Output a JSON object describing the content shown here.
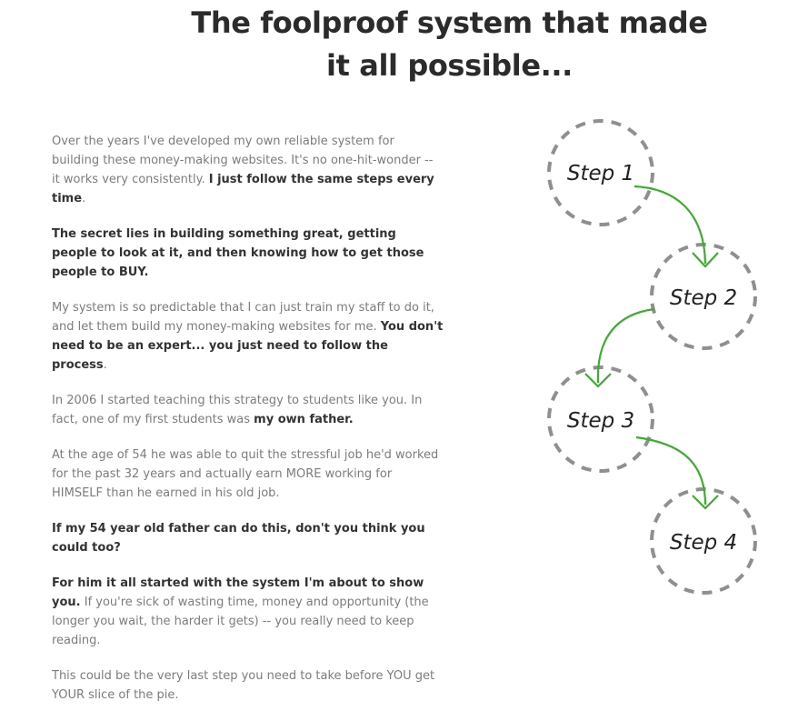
{
  "headline": {
    "line1": "The foolproof system that made",
    "line2": "it all possible..."
  },
  "copy": {
    "p1": {
      "text": "Over the years I've developed my own reliable system for building these money-making websites. It's no one-hit-wonder -- it works very consistently. ",
      "bold": "I just follow the same steps every time",
      "end": "."
    },
    "p2": {
      "bold": "The secret lies in building something great, getting people to look at it, and then knowing how to get those people to BUY."
    },
    "p3": {
      "text": "My system is so predictable that I can just train my staff to do it, and let them build my money-making websites for me. ",
      "bold": "You don't need to be an expert... you just need to follow the process",
      "end": "."
    },
    "p4": {
      "text": "In 2006 I started teaching this strategy to students like you. In fact, one of my first students was ",
      "bold": "my own father."
    },
    "p5": {
      "text": "At the age of 54 he was able to quit the stressful job he'd worked for the past 32 years and actually earn MORE working for HIMSELF than he earned in his old job."
    },
    "p6": {
      "bold": "If my 54 year old father can do this, don't you think you could too?"
    },
    "p7": {
      "bold": "For him it all started with the system I'm about to show you.",
      "text": " If you're sick of wasting time, money and opportunity (the longer you wait, the harder it gets) -- you really need to keep reading."
    },
    "p8": {
      "text": "This could be the very last step you need to take before YOU get YOUR slice of the pie."
    }
  },
  "steps": {
    "colors": {
      "circle_dash": "#8f8f8f",
      "arrow": "#3cad2e"
    },
    "labels": [
      "Step 1",
      "Step 2",
      "Step 3",
      "Step 4"
    ]
  }
}
